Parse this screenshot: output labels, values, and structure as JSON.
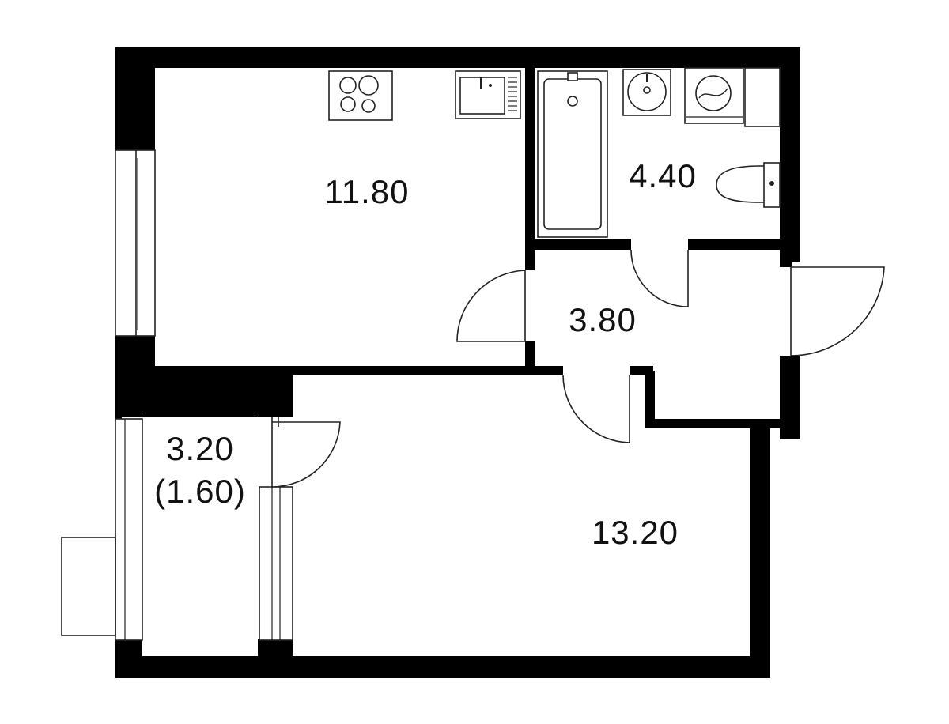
{
  "floor_plan": {
    "colors": {
      "wall": "#000000",
      "floor": "#ffffff",
      "line": "#222222",
      "text": "#111111"
    },
    "rooms": [
      {
        "id": "kitchen",
        "label": "11.80",
        "fixtures": [
          "cooktop-icon",
          "sink-icon"
        ]
      },
      {
        "id": "bathroom",
        "label": "4.40",
        "fixtures": [
          "bathtub-icon",
          "washbasin-icon",
          "washing-machine-icon",
          "toilet-icon"
        ]
      },
      {
        "id": "hallway",
        "label": "3.80",
        "fixtures": []
      },
      {
        "id": "balcony",
        "label": "3.20",
        "sublabel": "(1.60)",
        "fixtures": []
      },
      {
        "id": "living-room",
        "label": "13.20",
        "fixtures": []
      }
    ]
  }
}
